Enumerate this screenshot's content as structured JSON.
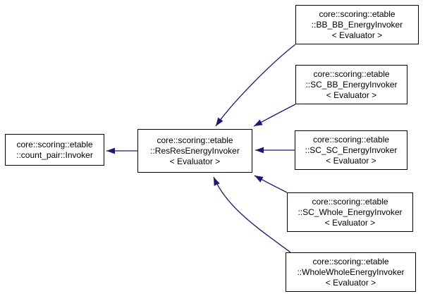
{
  "diagram": {
    "kind": "class-inheritance-graph",
    "background_color": "#ffffff",
    "edge_color": "#191970",
    "node_border_color": "#000000",
    "node_fill_color": "#ffffff",
    "node_text_color": "#000000",
    "nodes": [
      {
        "id": "count-pair-invoker",
        "lines": [
          "core::scoring::etable",
          "::count_pair::Invoker"
        ]
      },
      {
        "id": "res-res-energy-invoker",
        "lines": [
          "core::scoring::etable",
          "::ResResEnergyInvoker",
          "< Evaluator >"
        ]
      },
      {
        "id": "bb-bb-energy-invoker",
        "lines": [
          "core::scoring::etable",
          "::BB_BB_EnergyInvoker",
          "< Evaluator >"
        ]
      },
      {
        "id": "sc-bb-energy-invoker",
        "lines": [
          "core::scoring::etable",
          "::SC_BB_EnergyInvoker",
          "< Evaluator >"
        ]
      },
      {
        "id": "sc-sc-energy-invoker",
        "lines": [
          "core::scoring::etable",
          "::SC_SC_EnergyInvoker",
          "< Evaluator >"
        ]
      },
      {
        "id": "sc-whole-energy-invoker",
        "lines": [
          "core::scoring::etable",
          "::SC_Whole_EnergyInvoker",
          "< Evaluator >"
        ]
      },
      {
        "id": "whole-whole-energy-invoker",
        "lines": [
          "core::scoring::etable",
          "::WholeWholeEnergyInvoker",
          "< Evaluator >"
        ]
      }
    ],
    "edges": [
      {
        "from": "res-res-energy-invoker",
        "to": "count-pair-invoker"
      },
      {
        "from": "bb-bb-energy-invoker",
        "to": "res-res-energy-invoker"
      },
      {
        "from": "sc-bb-energy-invoker",
        "to": "res-res-energy-invoker"
      },
      {
        "from": "sc-sc-energy-invoker",
        "to": "res-res-energy-invoker"
      },
      {
        "from": "sc-whole-energy-invoker",
        "to": "res-res-energy-invoker"
      },
      {
        "from": "whole-whole-energy-invoker",
        "to": "res-res-energy-invoker"
      }
    ]
  }
}
